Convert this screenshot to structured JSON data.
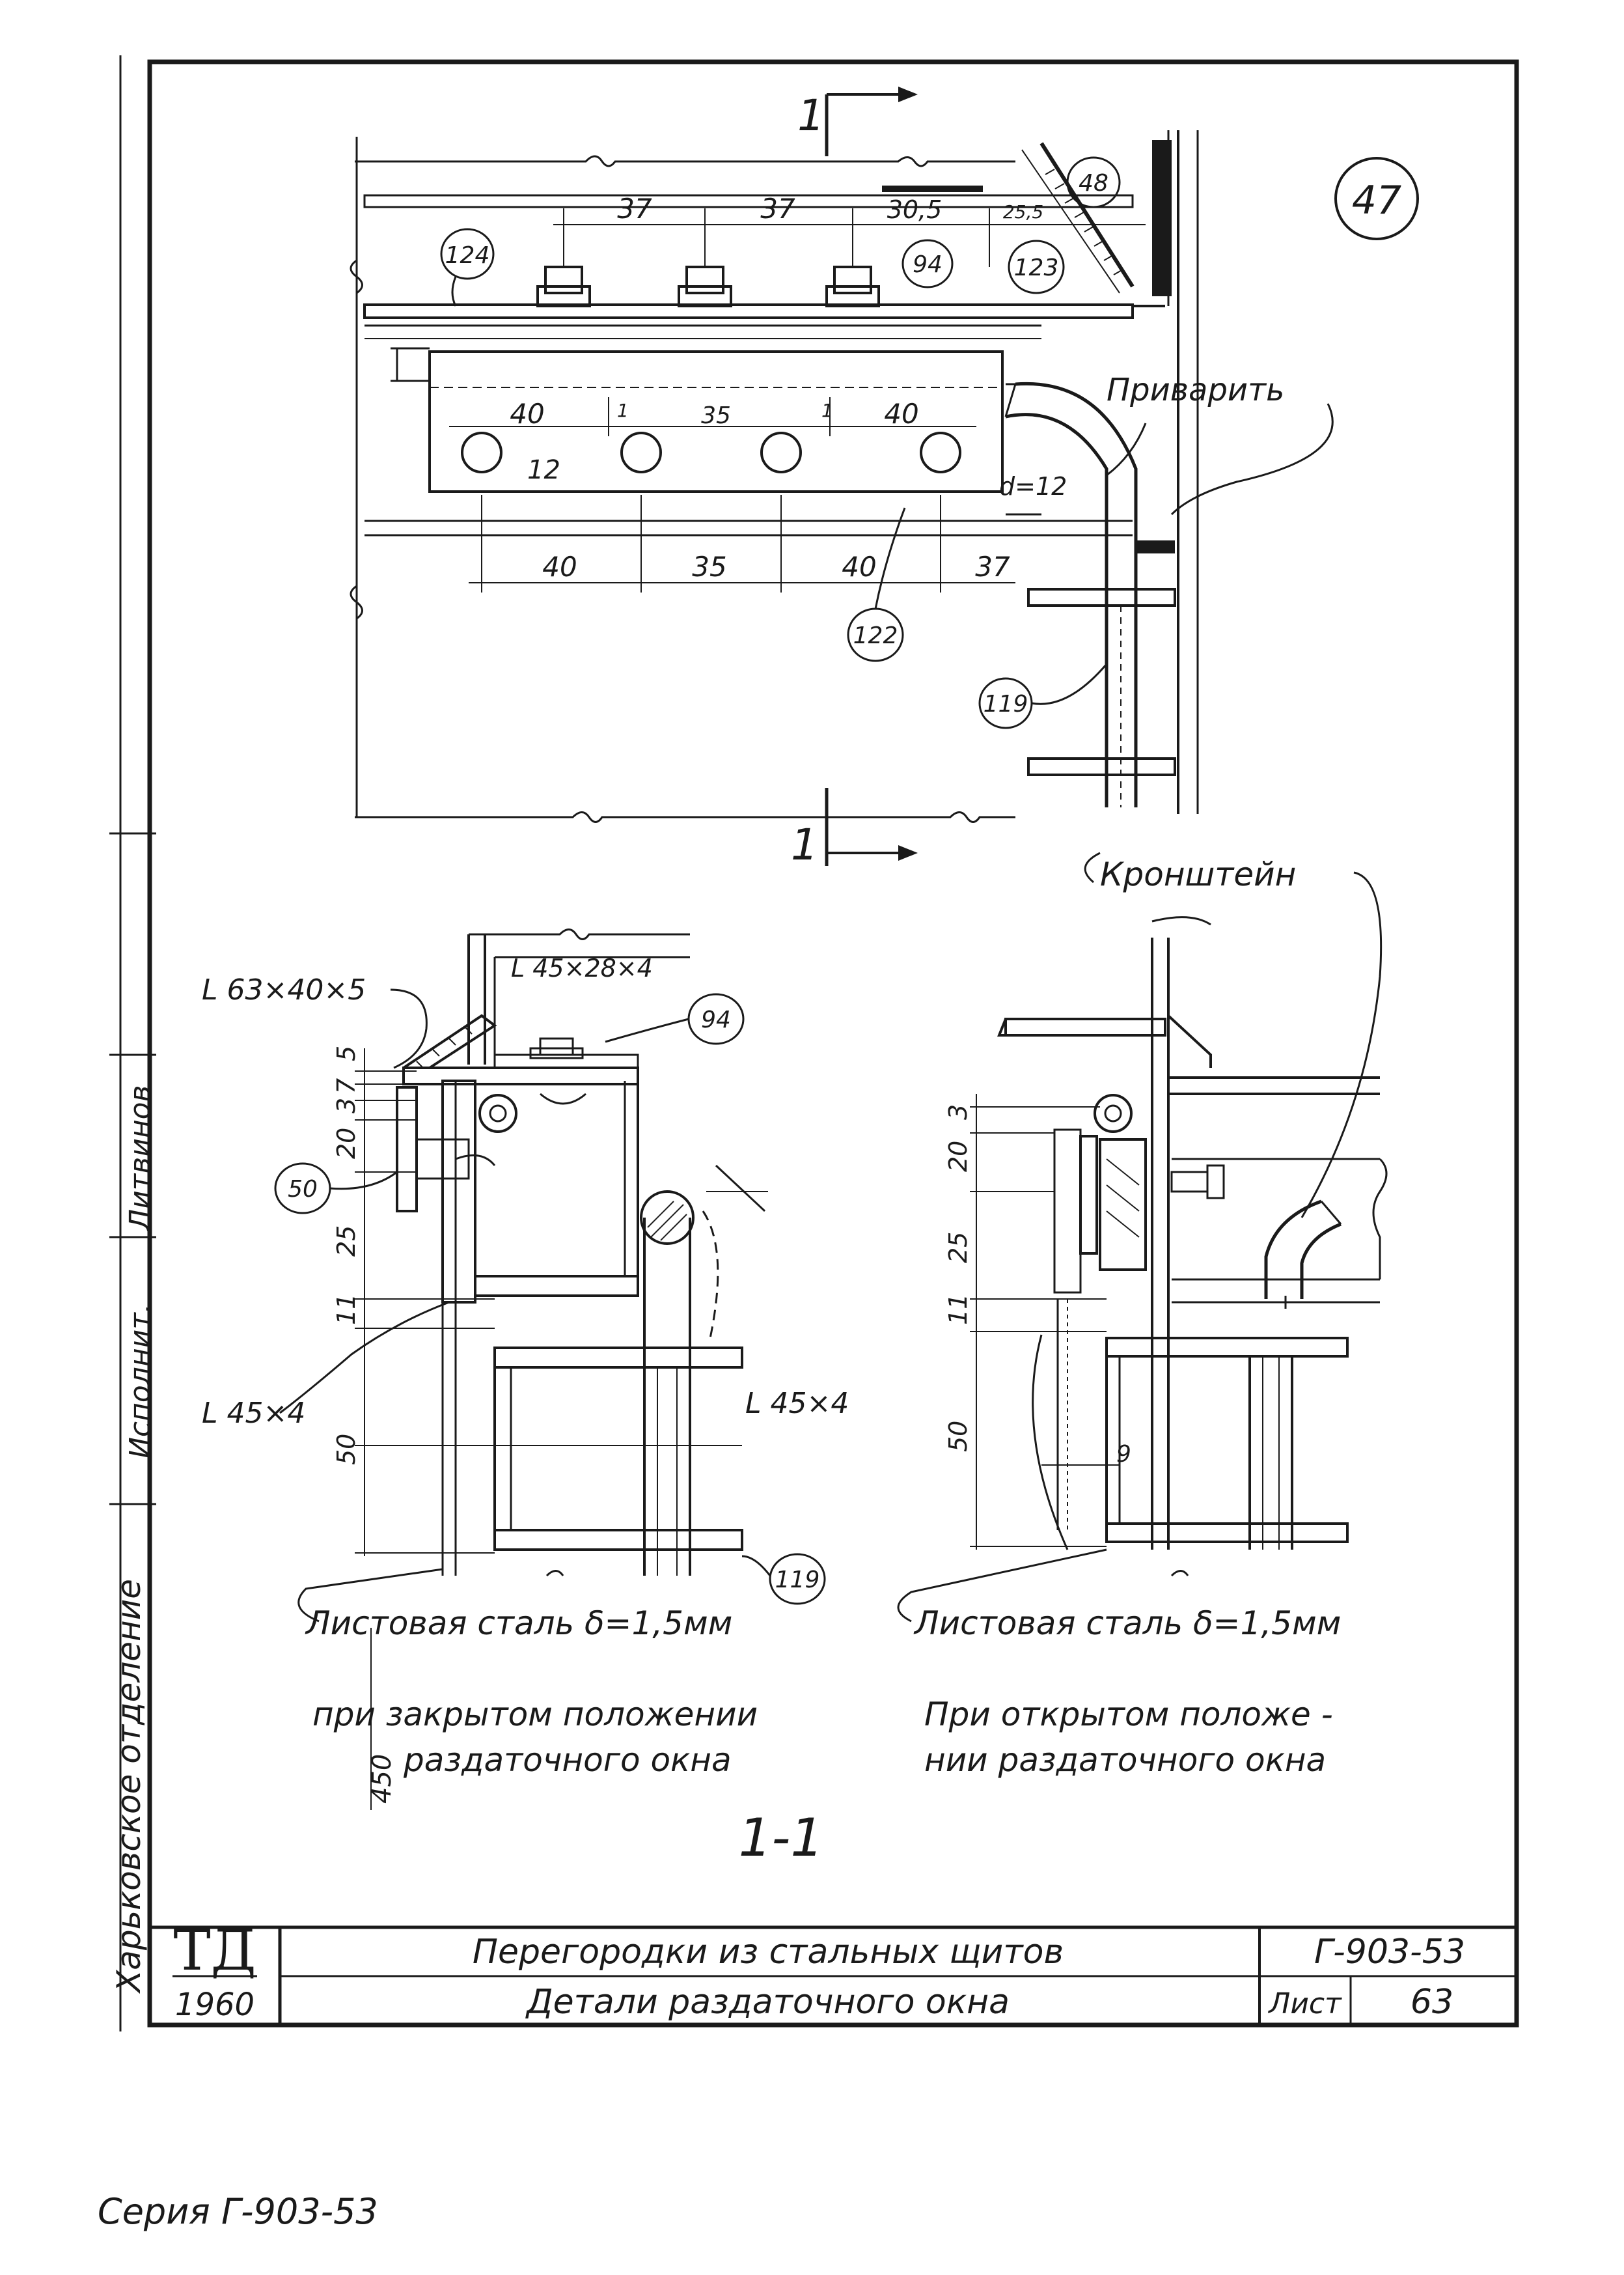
{
  "sheet_number": "47",
  "section_marks": {
    "top": "1",
    "bottom": "1"
  },
  "plan": {
    "dims_top": [
      "37",
      "37",
      "30,5",
      "25,5"
    ],
    "dims_holes": [
      "40",
      "35",
      "40"
    ],
    "hole_ticks": [
      "1",
      "1"
    ],
    "hole_label": "12",
    "dims_bottom": [
      "40",
      "35",
      "40",
      "37"
    ],
    "diameter_label": "d=12",
    "weld_label": "Приварить",
    "callouts": [
      "124",
      "94",
      "123",
      "48",
      "122",
      "119"
    ]
  },
  "section_left": {
    "angle_top": "L 45×28×4",
    "angle_main": "L 63×40×5",
    "angle_side": "L 45×4",
    "angle_right": "L 45×4",
    "dims_vertical": [
      "5",
      "7",
      "3",
      "20",
      "25",
      "11",
      "50"
    ],
    "callouts": [
      "94",
      "50",
      "119"
    ],
    "sheet_steel": "Листовая сталь δ=1,5мм",
    "caption_line1": "при закрытом положении",
    "caption_line2": "раздаточного окна",
    "dim_450": "450"
  },
  "section_right": {
    "bracket_label": "Кронштейн",
    "dims_vertical": [
      "20",
      "3",
      "25",
      "11",
      "50"
    ],
    "dim_9": "9",
    "sheet_steel": "Листовая сталь δ=1,5мм",
    "caption_line1": "При открытом положе -",
    "caption_line2": "нии раздаточного окна"
  },
  "section_title": "1-1",
  "side_stamp": {
    "org": "Харьковское отделение",
    "role": "Исполнит.",
    "name": "Литвинов"
  },
  "title_block": {
    "logo": "ТД",
    "year": "1960",
    "title1": "Перегородки из стальных щитов",
    "title2": "Детали раздаточного окна",
    "code": "Г-903-53",
    "sheet_label": "Лист",
    "sheet_no": "63"
  },
  "series": "Серия Г-903-53"
}
